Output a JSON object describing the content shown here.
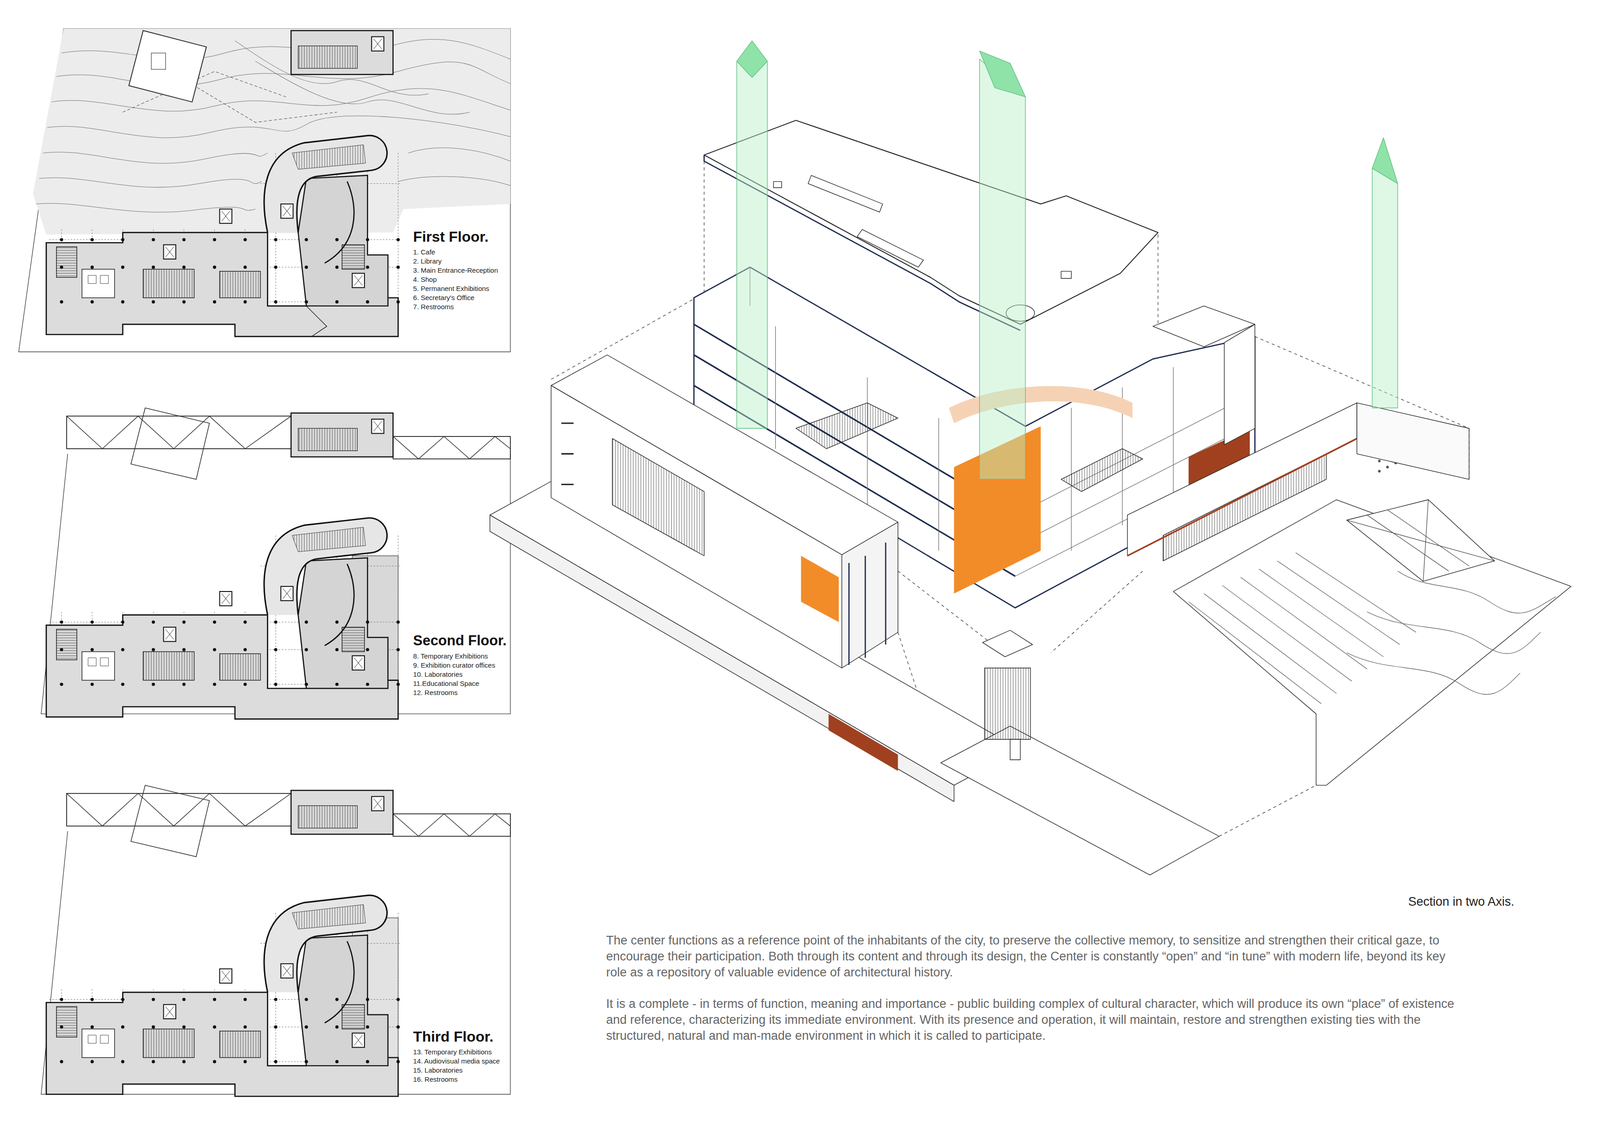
{
  "diagram": {
    "nodes": [
      {
        "text": [
          "First Floor.",
          "1. Cafe",
          "2. Library",
          "3. Main Entrance-Reception",
          "4. Shop",
          "5. Permanent Exhibitions",
          "6. Secretary's Office",
          "7. Restrooms"
        ]
      },
      {
        "text": [
          "Second Floor.",
          "8. Temporary Exhibitions",
          "9. Exhibition curator offices",
          "10. Laboratories",
          "11.Educational Space",
          "12. Restrooms"
        ]
      },
      {
        "text": [
          "Third Floor.",
          "13. Temporary Exhibitions",
          "14. Audiovisual media space",
          "15. Laboratories",
          "16. Restrooms"
        ]
      }
    ],
    "labels": [
      "Section in two Axis.",
      "The center functions as a reference point of the inhabitants of the city, to preserve the collective memory, to sensitize and strengthen their critical gaze, to encourage their participation. Both through its content and through its design, the Center is constantly “open” and “in tune” with modern life, beyond its key role as a repository of valuable evidence of architectural history.",
      "It is a complete - in terms of function, meaning and importance - public building complex of cultural character, which will produce its own “place” of existence and reference, characterizing its immediate environment. With its presence and operation, it will maintain, restore and strengthen existing ties with the structured, natural and man-made environment in which it is called to participate."
    ]
  }
}
